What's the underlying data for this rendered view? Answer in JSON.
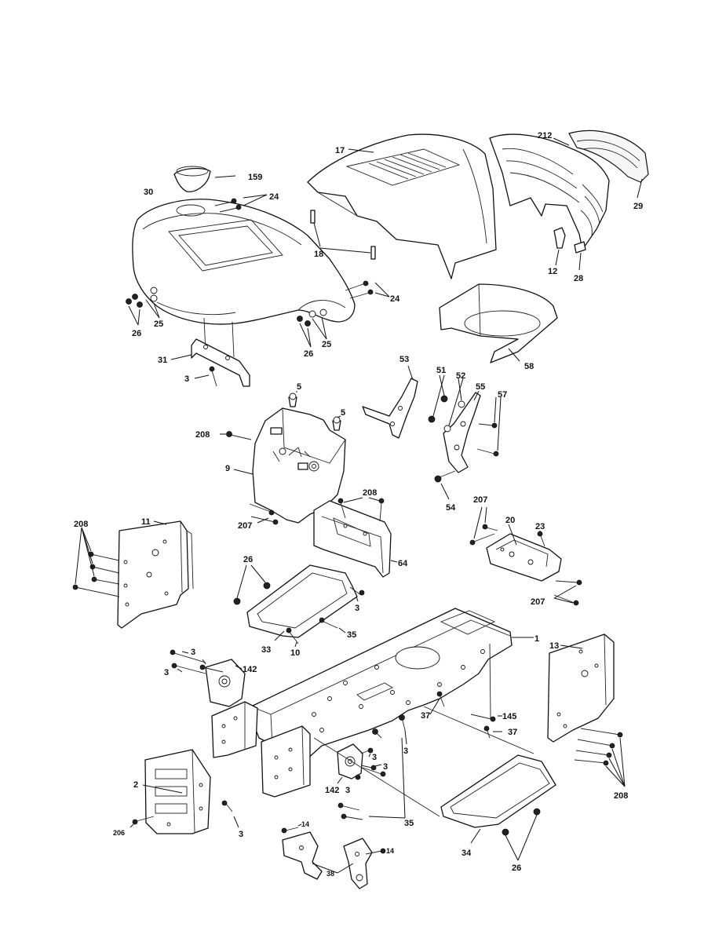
{
  "callouts": {
    "c159": "159",
    "c30": "30",
    "c24a": "24",
    "c24b": "24",
    "c25a": "25",
    "c25b": "25",
    "c26a": "26",
    "c26b": "26",
    "c31": "31",
    "c3a": "3",
    "c17": "17",
    "c18": "18",
    "c212": "212",
    "c29": "29",
    "c12": "12",
    "c28": "28",
    "c58": "58",
    "c53": "53",
    "c51": "51",
    "c52": "52",
    "c55": "55",
    "c57": "57",
    "c54": "54",
    "c5a": "5",
    "c5b": "5",
    "c208a": "208",
    "c9": "9",
    "c207a": "207",
    "c208b": "208",
    "c64": "64",
    "c207b": "207",
    "c20": "20",
    "c23": "23",
    "c207c": "207",
    "c208c": "208",
    "c11": "11",
    "c26c": "26",
    "c3b": "3",
    "c35a": "35",
    "c33": "33",
    "c10": "10",
    "c1": "1",
    "c13": "13",
    "c3c": "3",
    "c3d": "3",
    "c142a": "142",
    "c37a": "37",
    "c145": "145",
    "c37b": "37",
    "c3e": "3",
    "c3f": "3",
    "c3g": "3",
    "c142b": "142",
    "c3h": "3",
    "c2": "2",
    "c206": "206",
    "c3i": "3",
    "c35b": "35",
    "c14a": "14",
    "c14b": "14",
    "c38": "38",
    "c34": "34",
    "c26d": "26",
    "c208d": "208"
  }
}
